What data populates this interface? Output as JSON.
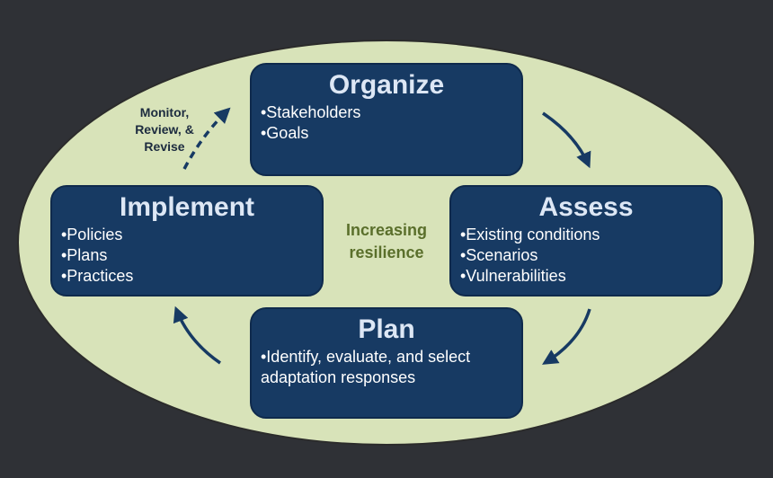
{
  "colors": {
    "background": "#2f3136",
    "ellipse_fill": "#d8e3b9",
    "ellipse_stroke": "#2b2b2b",
    "box_fill": "#173a63",
    "box_title": "#dde7f5",
    "center_text": "#5a6f2b",
    "arrow": "#173a63"
  },
  "center_label": [
    "Increasing",
    "resilience"
  ],
  "monitor_label": [
    "Monitor,",
    "Review, &",
    "Revise"
  ],
  "boxes": {
    "organize": {
      "title": "Organize",
      "items": [
        "•Stakeholders",
        "•Goals"
      ]
    },
    "assess": {
      "title": "Assess",
      "items": [
        "•Existing conditions",
        "•Scenarios",
        "•Vulnerabilities"
      ]
    },
    "plan": {
      "title": "Plan",
      "items": [
        "•Identify, evaluate, and select",
        "adaptation responses"
      ]
    },
    "implement": {
      "title": "Implement",
      "items": [
        "•Policies",
        "•Plans",
        "•Practices"
      ]
    }
  },
  "arrows": [
    {
      "from": "organize",
      "to": "assess",
      "style": "solid"
    },
    {
      "from": "assess",
      "to": "plan",
      "style": "solid"
    },
    {
      "from": "plan",
      "to": "implement",
      "style": "solid"
    },
    {
      "from": "implement",
      "to": "organize",
      "style": "dashed"
    }
  ]
}
